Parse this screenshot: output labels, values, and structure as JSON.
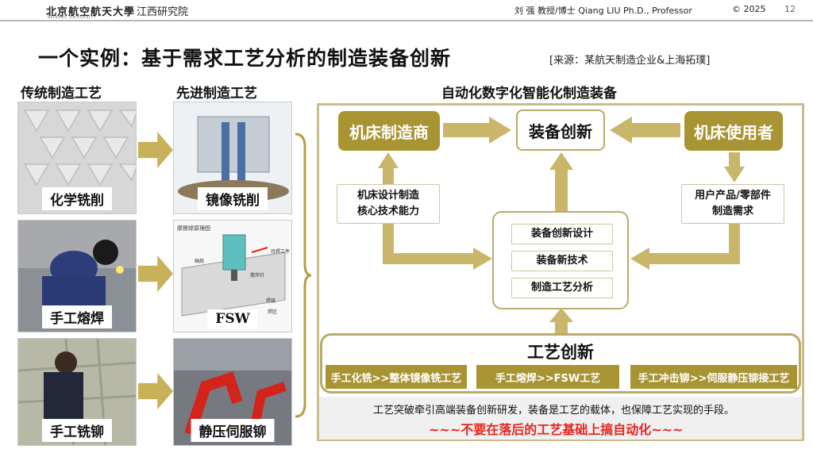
{
  "header": {
    "university": "北京航空航天大學",
    "university_en": "BEIHANG UNIVERSITY",
    "institute": "江西研究院",
    "author": "刘 强 教授/博士 Qiang LIU Ph.D., Professor",
    "copyright": "© 2025",
    "page_number": "12"
  },
  "title": {
    "main": "一个实例：基于需求工艺分析的制造装备创新",
    "source": "[来源：某航天制造企业&上海拓璞]"
  },
  "columns": {
    "traditional": "传统制造工艺",
    "advanced": "先进制造工艺",
    "automation": "自动化数字化智能化制造装备"
  },
  "traditional_items": [
    "化学铣削",
    "手工熔焊",
    "手工铣铆"
  ],
  "advanced_items": [
    "镜像铣削",
    "FSW",
    "静压伺服铆"
  ],
  "image_captions": {
    "fsw_diagram": "摩擦焊原理图",
    "fsw_side": "待焊工件",
    "fsw_axis": "轴肩",
    "fsw_pin": "搅拌针",
    "fsw_base": "焊接",
    "fsw_root": "焊区"
  },
  "diagram": {
    "machine_maker": "机床制造商",
    "equipment_innovation": "装备创新",
    "machine_user": "机床使用者",
    "core_capability": "机床设计制造\n核心技术能力",
    "user_demand": "用户产品/零部件\n制造需求",
    "center_items": [
      "装备创新设计",
      "装备新技术",
      "制造工艺分析"
    ],
    "craft_innovation": "工艺创新",
    "craft_items": [
      "手工化铣>>整体镜像铣工艺",
      "手工熔焊>>FSW工艺",
      "手工冲击铆>>伺服静压铆接工艺"
    ]
  },
  "footer": {
    "note": "工艺突破牵引高端装备创新研发，装备是工艺的载体，也保障工艺实现的手段。",
    "warning": "~~~不要在落后的工艺基础上搞自动化~~~"
  },
  "colors": {
    "accent_dark": "#a99433",
    "arrow": "#c9b66b",
    "warning": "#e8231d"
  }
}
